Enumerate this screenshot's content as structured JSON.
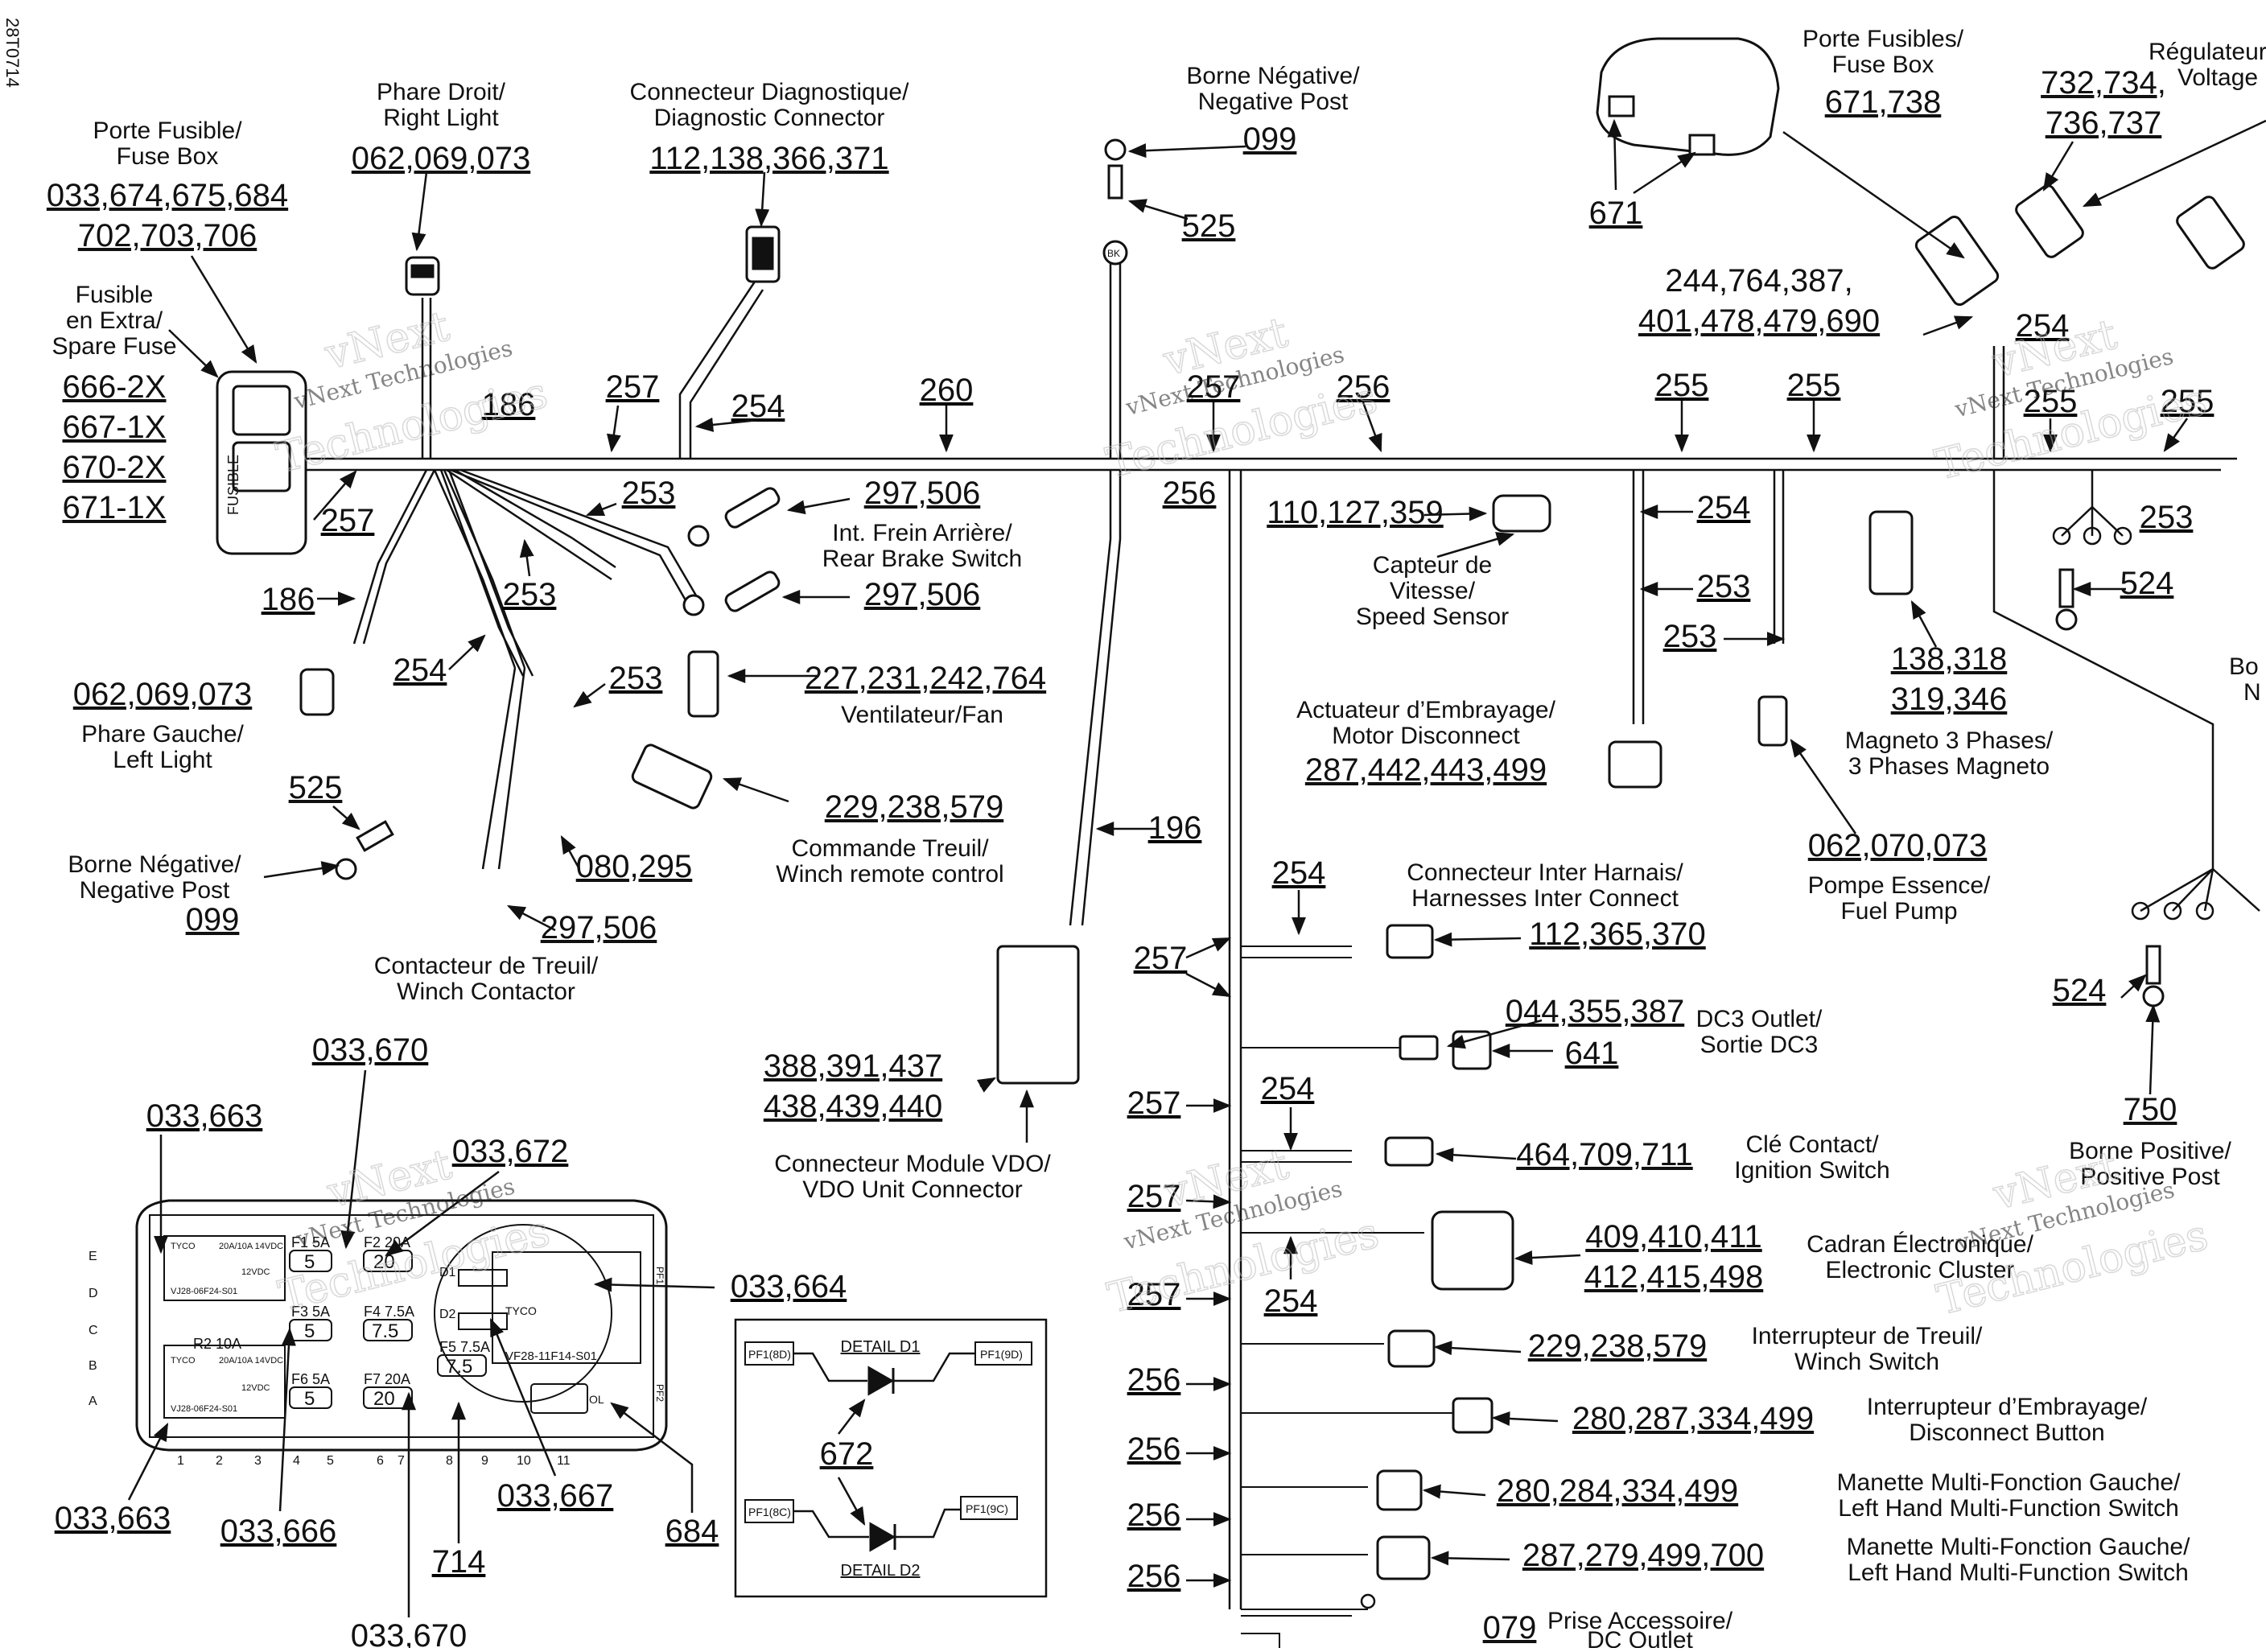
{
  "doc_id": "28T0714",
  "watermark": {
    "line1": "vNext Technologies",
    "line2": "vNext",
    "line3": "Technologies"
  },
  "components": {
    "fuse_box_top": {
      "label": [
        "Porte Fusible/",
        "Fuse Box"
      ],
      "parts": [
        "033,674,675,684",
        "702,703,706"
      ],
      "side_text": "FUSIBLE"
    },
    "spare_fuse": {
      "label": [
        "Fusible",
        "en Extra/",
        "Spare Fuse"
      ],
      "parts": [
        "666-2X",
        "667-1X",
        "670-2X",
        "671-1X"
      ]
    },
    "right_light": {
      "label": [
        "Phare Droit/",
        "Right Light"
      ],
      "parts": "062,069,073"
    },
    "diag_connector": {
      "label": [
        "Connecteur Diagnostique/",
        "Diagnostic Connector"
      ],
      "parts": "112,138,366,371"
    },
    "neg_post_top": {
      "label": [
        "Borne Négative/",
        "Negative Post"
      ],
      "parts": "099",
      "ref": "525",
      "tag": "BK"
    },
    "fuse_box_right": {
      "label": [
        "Porte Fusibles/",
        "Fuse Box"
      ],
      "parts": "671,738",
      "ref": "671"
    },
    "regulator": {
      "label": [
        "Régulateur",
        "Voltage"
      ],
      "parts": [
        "732,734,",
        "736,737"
      ]
    },
    "parts_244": [
      "244,764,387,",
      "401,478,479,690"
    ],
    "rear_brake": {
      "label": [
        "Int. Frein Arrière/",
        "Rear Brake Switch"
      ],
      "parts_top": "297,506",
      "parts_bottom": "297,506"
    },
    "fan": {
      "label": "Ventilateur/Fan",
      "parts": "227,231,242,764"
    },
    "left_light": {
      "label": [
        "Phare Gauche/",
        "Left Light"
      ],
      "parts": "062,069,073"
    },
    "neg_post_left": {
      "label": [
        "Borne Négative/",
        "Negative Post"
      ],
      "parts": "099",
      "ref": "525"
    },
    "winch_remote": {
      "label": [
        "Commande Treuil/",
        "Winch remote control"
      ],
      "parts": "229,238,579"
    },
    "winch_contactor": {
      "label": [
        "Contacteur de Treuil/",
        "Winch Contactor"
      ],
      "parts": "297,506"
    },
    "part_080": "080,295",
    "speed_sensor": {
      "label": [
        "Capteur de",
        "Vitesse/",
        "Speed Sensor"
      ],
      "parts": "110,127,359"
    },
    "motor_disconnect": {
      "label": [
        "Actuateur d’Embrayage/",
        "Motor Disconnect"
      ],
      "parts": "287,442,443,499"
    },
    "magneto": {
      "label": [
        "Magneto 3 Phases/",
        "3 Phases Magneto"
      ],
      "parts": [
        "138,318",
        "319,346"
      ]
    },
    "fuel_pump": {
      "label": [
        "Pompe Essence/",
        "Fuel Pump"
      ],
      "parts": "062,070,073"
    },
    "positive_post": {
      "label": [
        "Borne Positive/",
        "Positive Post"
      ],
      "parts": "750",
      "ref": "524"
    },
    "ref_524_top": "524",
    "right_edge_label": [
      "Bo",
      "N"
    ],
    "inter_connect": {
      "label": [
        "Connecteur Inter Harnais/",
        "Harnesses Inter Connect"
      ],
      "parts": "112,365,370"
    },
    "dc3": {
      "label": [
        "DC3 Outlet/",
        "Sortie DC3"
      ],
      "parts_top": "044,355,387",
      "parts_bottom": "641"
    },
    "ignition": {
      "label": [
        "Clé Contact/",
        "Ignition Switch"
      ],
      "parts": "464,709,711"
    },
    "cluster": {
      "label": [
        "Cadran Électronique/",
        "Electronic Cluster"
      ],
      "parts": [
        "409,410,411",
        "412,415,498"
      ]
    },
    "winch_switch": {
      "label": [
        "Interrupteur de Treuil/",
        "Winch Switch"
      ],
      "parts": "229,238,579"
    },
    "disconnect_btn": {
      "label": [
        "Interrupteur d’Embrayage/",
        "Disconnect Button"
      ],
      "parts": "280,287,334,499"
    },
    "multi_left_1": {
      "label": [
        "Manette Multi-Fonction Gauche/",
        "Left Hand Multi-Function Switch"
      ],
      "parts": "280,284,334,499"
    },
    "multi_left_2": {
      "label": [
        "Manette Multi-Fonction Gauche/",
        "Left Hand Multi-Function Switch"
      ],
      "parts": "287,279,499,700"
    },
    "dc_outlet": {
      "label": [
        "Prise Accessoire/",
        "DC Outlet"
      ],
      "parts": "079"
    },
    "vdo": {
      "label": [
        "Connecteur Module VDO/",
        "VDO Unit Connector"
      ],
      "parts": [
        "388,391,437",
        "438,439,440"
      ]
    }
  },
  "wire_numbers": {
    "w186_top": "186",
    "w257_a": "257",
    "w254_a": "254",
    "w260": "260",
    "w257_b": "257",
    "w256_a": "256",
    "w255_a": "255",
    "w255_b": "255",
    "w254_r": "254",
    "w255_c": "255",
    "w255_d": "255",
    "w257_left": "257",
    "w253_a": "253",
    "w253_b": "253",
    "w186_left": "186",
    "w254_b": "254",
    "w253_c": "253",
    "w256_b": "256",
    "w254_c": "254",
    "w253_d": "253",
    "w253_e": "253",
    "w253_f": "253",
    "w196": "196",
    "w254_d": "254",
    "w257_c": "257",
    "w254_e": "254",
    "w257_d": "257",
    "w257_e": "257",
    "w257_f": "257",
    "w254_f": "254",
    "w256_c": "256",
    "w256_d": "256",
    "w256_e": "256",
    "w256_f": "256"
  },
  "fuse_box_detail": {
    "parts": {
      "top1": "033,670",
      "top2": "033,663",
      "top3": "033,672",
      "right": "033,664",
      "bl": "033,663",
      "b2": "033,666",
      "b3": "033,667",
      "b4": "714",
      "b5": "684",
      "b6": "033,670"
    },
    "rows": [
      "E",
      "D",
      "C",
      "B",
      "A"
    ],
    "cols": [
      "1",
      "2",
      "3",
      "4",
      "5",
      "6",
      "7",
      "8",
      "9",
      "10",
      "11"
    ],
    "relay_1": {
      "brand": "TYCO",
      "rating": "20A/10A 14VDC",
      "code": "VJ28-06F24-S01",
      "volt": "12VDC"
    },
    "relay_2": {
      "label": "R2 10A",
      "brand": "TYCO",
      "rating": "20A/10A 14VDC",
      "code": "VJ28-06F24-S01",
      "volt": "12VDC"
    },
    "relay_3": {
      "brand": "TYCO",
      "code": "VF28-11F14-S01"
    },
    "fuses": [
      {
        "label": "F1 5A",
        "value": "5"
      },
      {
        "label": "F2 20A",
        "value": "20"
      },
      {
        "label": "F3 5A",
        "value": "5"
      },
      {
        "label": "F4 7.5A",
        "value": "7.5"
      },
      {
        "label": "F5 7.5A",
        "value": "7.5"
      },
      {
        "label": "F6 5A",
        "value": "5"
      },
      {
        "label": "F7 20A",
        "value": "20"
      }
    ],
    "diodes": [
      "D1",
      "D2"
    ],
    "small_tags": [
      "PF1",
      "PF2",
      "OL"
    ]
  },
  "diode_detail": {
    "title_1": "DETAIL D1",
    "title_2": "DETAIL D2",
    "pin_left_1": "PF1(8D)",
    "pin_right_1": "PF1(9D)",
    "pin_left_2": "PF1(8C)",
    "pin_right_2": "PF1(9C)",
    "part": "672"
  }
}
